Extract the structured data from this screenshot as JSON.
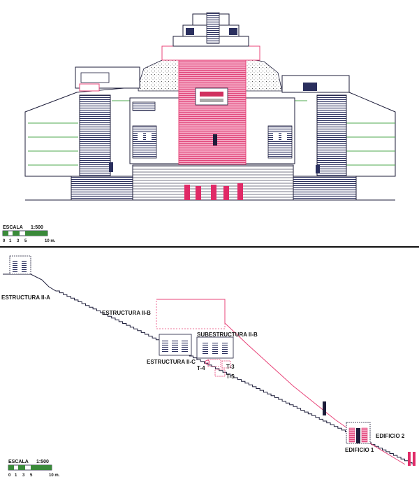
{
  "elevation": {
    "scale": {
      "title": "ESCALA",
      "ratio": "1:500",
      "ticks": [
        "0",
        "1",
        "3",
        "5"
      ],
      "unit": "10 m."
    }
  },
  "section": {
    "labels": {
      "estructura_ii_a": "ESTRUCTURA II-A",
      "estructura_ii_b": "ESTRUCTURA II-B",
      "subestructura_ii_b": "SUBESTRUCTURA II-B",
      "estructura_ii_c": "ESTRUCTURA II-C",
      "t4": "T-4",
      "t3": "T-3",
      "t5": "T-5",
      "edificio_2": "EDIFICIO 2",
      "edificio_1": "EDIFICIO 1"
    },
    "scale": {
      "title": "ESCALA",
      "ratio": "1:500",
      "ticks": [
        "0",
        "1",
        "3",
        "5"
      ],
      "unit": "10 m."
    }
  },
  "colors": {
    "line": "#1d1d3a",
    "pink": "#e8457a",
    "pink_fill": "#ec5a8c",
    "green": "#4fa84f",
    "navy": "#2a2f5e",
    "gray": "#8a8a9a"
  }
}
